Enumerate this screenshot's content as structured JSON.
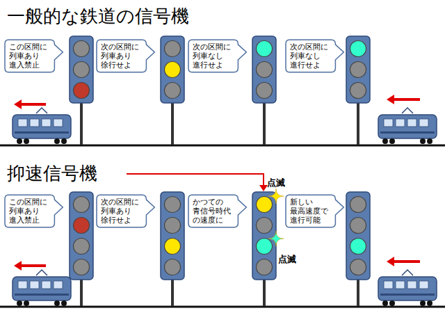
{
  "diagram": {
    "title": "一般的な鉄道の信号機",
    "nodes": [
      {
        "text": [
          "この区間に 列車あり 進入禁止"
        ]
      },
      {
        "text": [
          "次の区間に 列車あり 徐行せよ"
        ]
      },
      {
        "text": [
          "次の区間に 列車なし 進行せよ"
        ]
      },
      {
        "text": [
          "次の区間に 列車なし 進行せよ"
        ]
      },
      {
        "text": [
          "この区間に 列車あり 進入禁止"
        ]
      },
      {
        "text": [
          "次の区間に 列車あり 徐行せよ"
        ]
      },
      {
        "text": [
          "かつての 青信号時代 の速度に"
        ]
      },
      {
        "text": [
          "新しい 最高速度で 進行可能"
        ]
      }
    ],
    "labels": [
      "抑速信号機",
      "点滅",
      "点滅"
    ]
  }
}
